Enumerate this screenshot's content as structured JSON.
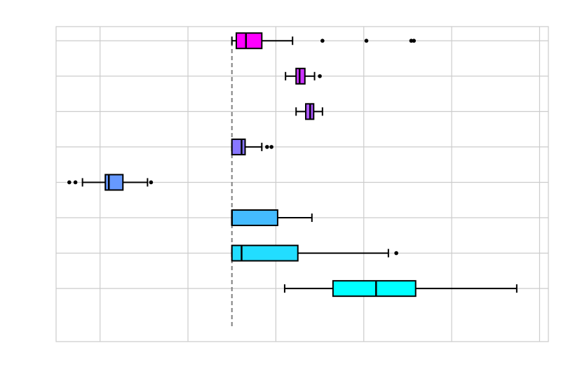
{
  "chart_data": {
    "type": "box",
    "orientation": "horizontal",
    "title": "",
    "xlabel": "",
    "ylabel": "",
    "xlim": [
      -0.5,
      5.1
    ],
    "ylim": [
      -0.5,
      8.4
    ],
    "grid": true,
    "legend": "none",
    "reference_line": {
      "x": 1.5,
      "style": "dashed",
      "color": "#808080"
    },
    "series": [
      {
        "color": "#00ffff",
        "whisker_low": 2.1,
        "q1": 2.65,
        "median": 3.14,
        "q3": 3.59,
        "whisker_high": 4.74,
        "outliers": []
      },
      {
        "color": "#22ddff",
        "whisker_low": 1.5,
        "q1": 1.5,
        "median": 1.61,
        "q3": 2.25,
        "whisker_high": 3.28,
        "outliers": [
          3.37
        ]
      },
      {
        "color": "#44bbff",
        "whisker_low": 1.5,
        "q1": 1.5,
        "median": 1.5,
        "q3": 2.02,
        "whisker_high": 2.41,
        "outliers": []
      },
      {
        "color": "#6699ff",
        "whisker_low": -0.2,
        "q1": 0.06,
        "median": 0.1,
        "q3": 0.26,
        "whisker_high": 0.54,
        "outliers": [
          -0.35,
          -0.28,
          0.58
        ]
      },
      {
        "color": "#8877ff",
        "whisker_low": 1.5,
        "q1": 1.5,
        "median": 1.61,
        "q3": 1.65,
        "whisker_high": 1.84,
        "outliers": [
          1.9,
          1.95
        ]
      },
      {
        "color": "#aa55ff",
        "whisker_low": 2.23,
        "q1": 2.34,
        "median": 2.39,
        "q3": 2.43,
        "whisker_high": 2.53,
        "outliers": []
      },
      {
        "color": "#cc33ff",
        "whisker_low": 2.11,
        "q1": 2.23,
        "median": 2.27,
        "q3": 2.33,
        "whisker_high": 2.44,
        "outliers": [
          2.5
        ]
      },
      {
        "color": "#ff00ff",
        "whisker_low": 1.5,
        "q1": 1.55,
        "median": 1.66,
        "q3": 1.84,
        "whisker_high": 2.19,
        "outliers": [
          2.53,
          3.03,
          3.54,
          3.57
        ]
      }
    ]
  }
}
